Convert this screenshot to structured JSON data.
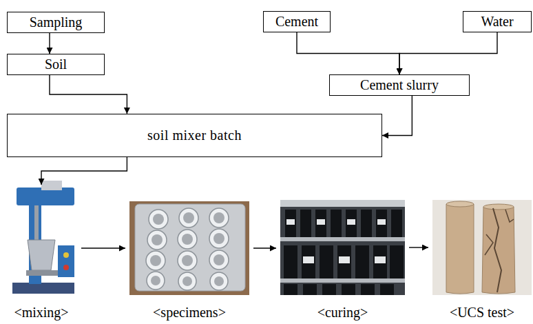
{
  "diagram": {
    "nodes": [
      {
        "text": [
          "Sampling"
        ]
      },
      {
        "text": [
          "Cement"
        ]
      },
      {
        "text": [
          "Water"
        ]
      },
      {
        "text": [
          "Soil"
        ]
      },
      {
        "text": [
          "Cement slurry"
        ]
      },
      {
        "text": [
          "soil mixer batch"
        ]
      },
      {
        "text": [
          "<mixing>"
        ]
      },
      {
        "text": [
          "<specimens>"
        ]
      },
      {
        "text": [
          "<curing>"
        ]
      },
      {
        "text": [
          "<UCS test>"
        ]
      }
    ],
    "edges": [
      {
        "from": 0,
        "to": 3,
        "arrow": "to"
      },
      {
        "from": 1,
        "to": 4,
        "arrow": "to"
      },
      {
        "from": 2,
        "to": 4,
        "arrow": "to"
      },
      {
        "from": 3,
        "to": 5,
        "arrow": "to"
      },
      {
        "from": 4,
        "to": 5,
        "arrow": "to"
      },
      {
        "from": 5,
        "to": 6,
        "arrow": "to"
      },
      {
        "from": 6,
        "to": 7,
        "arrow": "to"
      },
      {
        "from": 7,
        "to": 8,
        "arrow": "to"
      },
      {
        "from": 8,
        "to": 9,
        "arrow": "to"
      }
    ]
  }
}
